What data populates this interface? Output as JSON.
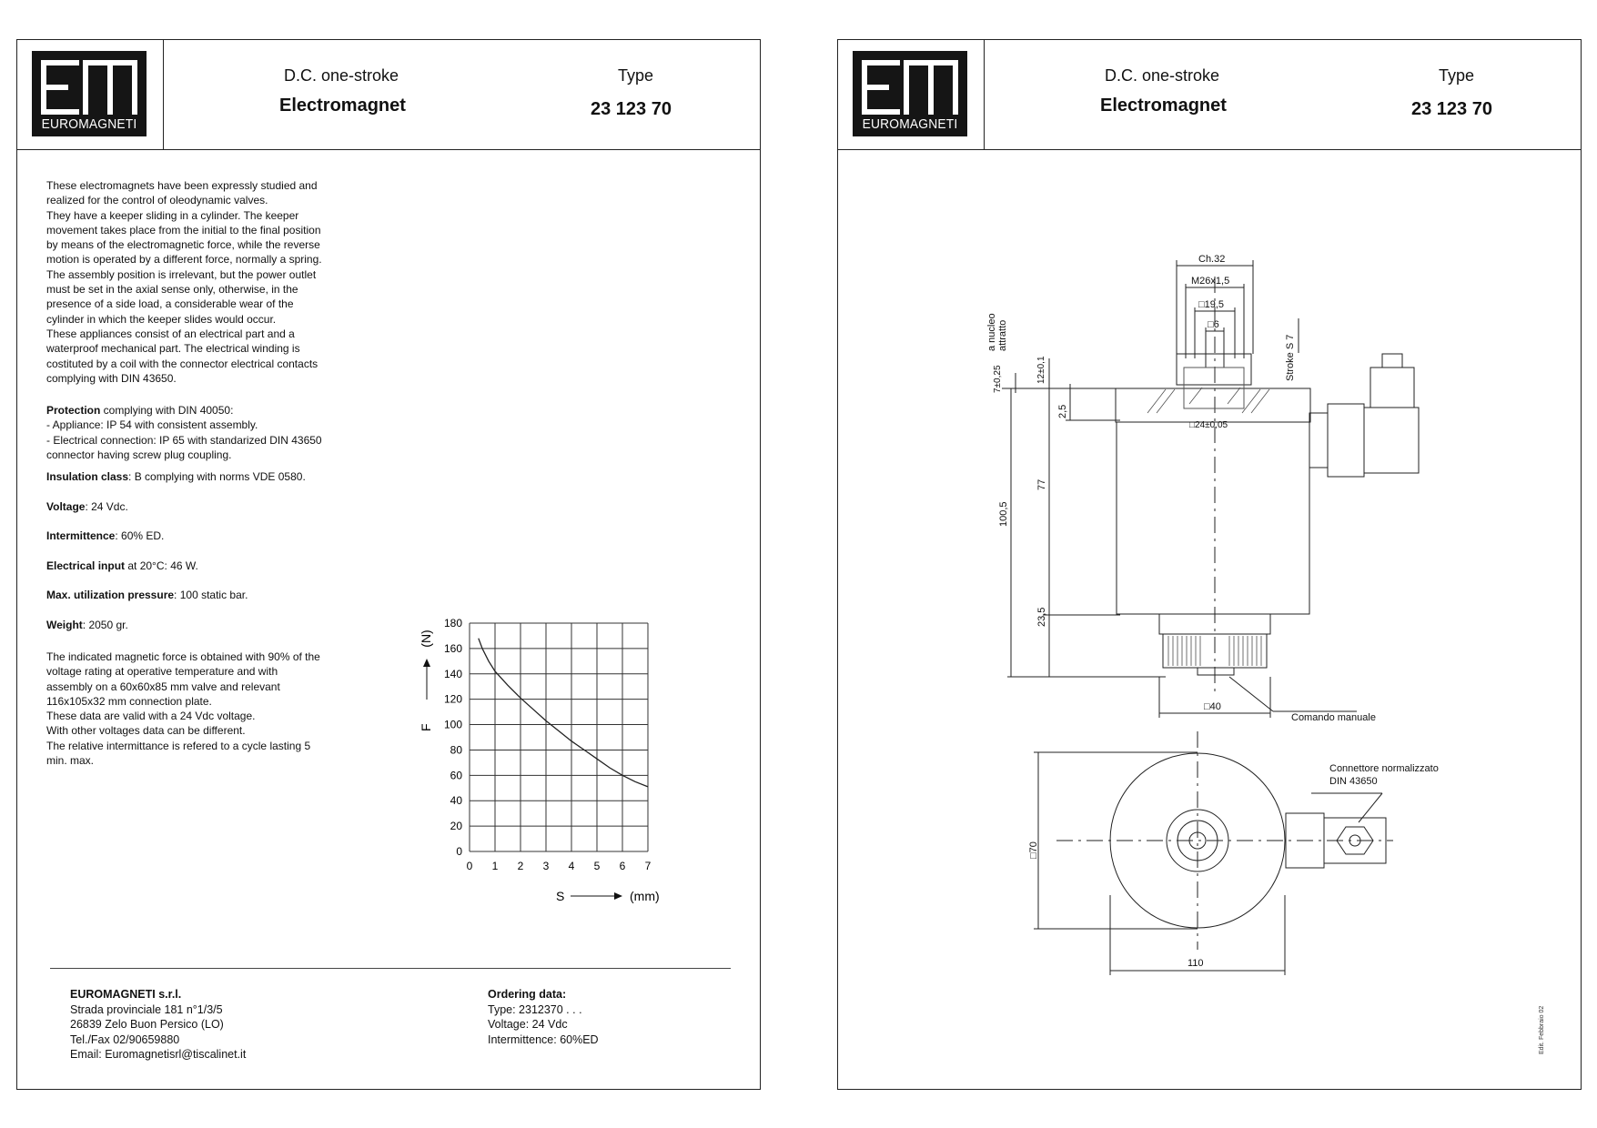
{
  "header": {
    "brand": "EUROMAGNETI",
    "subtitle": "D.C. one-stroke",
    "title": "Electromagnet",
    "type_label": "Type",
    "type_number": "23 123 70"
  },
  "description": {
    "intro": "These electromagnets have been expressly studied and\nrealized for the control of oleodynamic valves.\nThey have a keeper sliding in a cylinder. The keeper\nmovement takes place from the initial to the final position\nby means of the electromagnetic force, while the reverse\nmotion is operated by a different force, normally a spring.\nThe assembly position is irrelevant, but the power outlet\nmust be set in the axial sense only, otherwise, in the\npresence of a side load, a considerable wear of the\ncylinder in which the keeper slides would occur.\nThese appliances consist of an electrical part and a\nwaterproof mechanical part. The electrical winding is\ncostituted by a coil with the connector electrical contacts\ncomplying with DIN 43650.",
    "protection_label": "Protection",
    "protection_text": " complying with DIN 40050:\n- Appliance: IP 54 with consistent assembly.\n- Electrical connection: IP 65 with standarized DIN 43650\nconnector having screw plug coupling.",
    "insulation_label": "Insulation class",
    "insulation_text": ": B complying with norms VDE 0580.",
    "voltage_label": "Voltage",
    "voltage_text": ": 24 Vdc.",
    "intermittence_label": "Intermittence",
    "intermittence_text": ": 60% ED.",
    "input_label": "Electrical input",
    "input_text": " at 20°C: 46 W.",
    "pressure_label": "Max. utilization pressure",
    "pressure_text": ": 100 static bar.",
    "weight_label": "Weight",
    "weight_text": ": 2050 gr.",
    "note": "The indicated magnetic force is obtained with 90% of the\nvoltage rating at operative temperature and with\nassembly on a 60x60x85 mm valve and relevant\n116x105x32 mm connection plate.\nThese data are valid with a 24 Vdc voltage.\nWith other voltages data can be different.\nThe relative intermittance is refered to a cycle lasting 5\nmin. max."
  },
  "chart_data": {
    "type": "line",
    "ylabel": "F",
    "yunit": "(N)",
    "xlabel": "S",
    "xunit": "(mm)",
    "xlim": [
      0,
      7
    ],
    "ylim": [
      0,
      180
    ],
    "x_ticks": [
      0,
      1,
      2,
      3,
      4,
      5,
      6,
      7
    ],
    "y_ticks": [
      0,
      20,
      40,
      60,
      80,
      100,
      120,
      140,
      160,
      180
    ],
    "grid": true,
    "series": [
      {
        "x": [
          0.35,
          0.5,
          0.75,
          1.0,
          1.5,
          2.0,
          2.5,
          3.0,
          3.5,
          4.0,
          4.5,
          5.0,
          5.5,
          6.0,
          6.5,
          7.0
        ],
        "y": [
          168,
          160,
          150,
          142,
          131,
          121,
          112,
          103,
          95,
          87,
          80,
          73,
          66,
          60,
          55,
          51
        ]
      }
    ]
  },
  "footer": {
    "company": "EUROMAGNETI s.r.l.",
    "address1": "Strada provinciale 181 n°1/3/5",
    "address2": "26839 Zelo Buon Persico (LO)",
    "phone": "Tel./Fax 02/90659880",
    "email": "Email: Euromagnetisrl@tiscalinet.it",
    "ordering_title": "Ordering data:",
    "ordering_type": "Type: 2312370 . . .",
    "ordering_voltage": "Voltage: 24 Vdc",
    "ordering_intermittence": "Intermittence: 60%ED"
  },
  "drawing": {
    "ch": "Ch.32",
    "thread": "M26x1,5",
    "sq195": "□19,5",
    "sq6": "□6",
    "sq24": "□24±0,05",
    "a_nucleo": "a nucleo",
    "attratto": "attratto",
    "stroke": "Stroke  S 7",
    "d7": "7±0,25",
    "d12": "12±0,1",
    "d25": "2,5",
    "d77": "77",
    "d1005": "100,5",
    "d235": "23,5",
    "sq40": "□40",
    "comando": "Comando manuale",
    "connettore": "Connettore normalizzato",
    "din": "DIN 43650",
    "sq70": "□70",
    "d110": "110",
    "edit": "Edit. Febbraio 02"
  }
}
